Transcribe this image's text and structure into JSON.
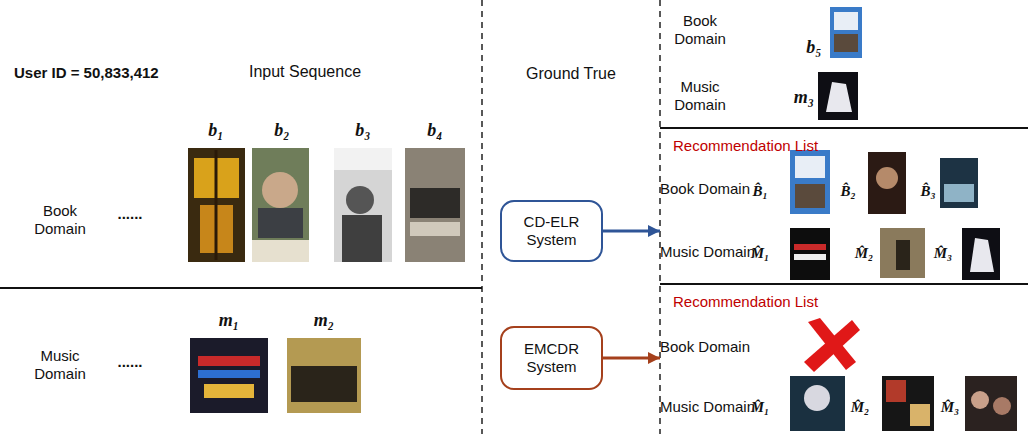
{
  "diagram": {
    "nodes": [
      {
        "text": [
          "CD-ELR System"
        ]
      },
      {
        "text": [
          "EMCDR System"
        ]
      },
      {
        "text": [
          "Recommendation List",
          "Book Domain",
          "B̂₁",
          "B̂₂",
          "B̂₃",
          "Music Domain",
          "M̂₁",
          "M̂₂",
          "M̂₃"
        ]
      },
      {
        "text": [
          "Recommendation List",
          "Book Domain",
          "Music Domain",
          "M̂₁",
          "M̂₂",
          "M̂₃"
        ]
      }
    ],
    "edges": [
      {
        "from": 0,
        "to": 2,
        "arrow": "to"
      },
      {
        "from": 1,
        "to": 3,
        "arrow": "to"
      }
    ],
    "labels": [
      "User ID = 50,833,412",
      "Input Sequence",
      "Book Domain",
      "......",
      "b₁",
      "b₂",
      "b₃",
      "b₄",
      "Music Domain",
      "......",
      "m₁",
      "m₂",
      "Ground True",
      "Book Domain",
      "b₅",
      "Music Domain",
      "m₃"
    ]
  }
}
